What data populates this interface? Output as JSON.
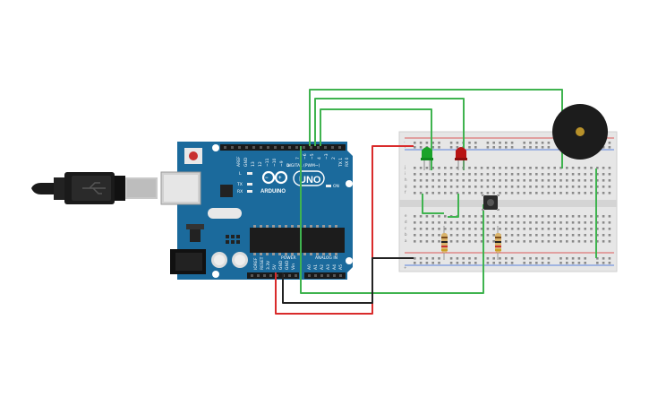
{
  "board": {
    "logo_text": "ARDUINO",
    "model": "UNO",
    "digital_label": "DIGITAL (PWM~)",
    "analog_label": "ANALOG IN",
    "power_label": "POWER",
    "aref": "AREF",
    "gnd": "GND",
    "tx": "TX",
    "rx": "RX",
    "on": "ON",
    "l": "L",
    "ioref": "IOREF",
    "reset": "RESET",
    "v33": "3.3V",
    "v5": "5V",
    "vin": "Vin",
    "digital_pins": [
      "13",
      "12",
      "~11",
      "~10",
      "~9",
      "8",
      "7",
      "~6",
      "~5",
      "4",
      "~3",
      "2",
      "TX 1",
      "RX 0"
    ],
    "analog_pins": [
      "A0",
      "A1",
      "A2",
      "A3",
      "A4",
      "A5"
    ]
  },
  "breadboard": {
    "row_letters_top": [
      "j",
      "i",
      "h",
      "g",
      "f"
    ],
    "row_letters_bottom": [
      "e",
      "d",
      "c",
      "b",
      "a"
    ],
    "plus": "+",
    "minus": "-"
  },
  "colors": {
    "board": "#1b6a9c",
    "wire_green": "#3fb34f",
    "wire_red": "#d92b2b",
    "wire_black": "#222222",
    "led_green": "#1aa32a",
    "led_red": "#b81414",
    "buzzer": "#1c1c1c"
  },
  "icons": [
    "usb-cable-icon",
    "arduino-logo-icon",
    "buzzer-icon",
    "pushbutton-icon",
    "led-icon",
    "resistor-icon"
  ]
}
